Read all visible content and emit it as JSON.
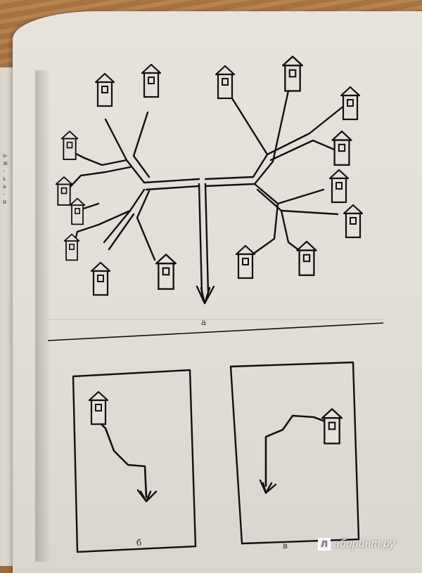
{
  "captions": {
    "a": "а",
    "b": "б",
    "v": "в"
  },
  "watermark": {
    "logo_letter": "Л",
    "text": "абиринт.ру"
  },
  "left_page": {
    "text_fragments": [
      "а-",
      "ж",
      "-",
      "ь",
      "а",
      "-",
      "и"
    ]
  }
}
